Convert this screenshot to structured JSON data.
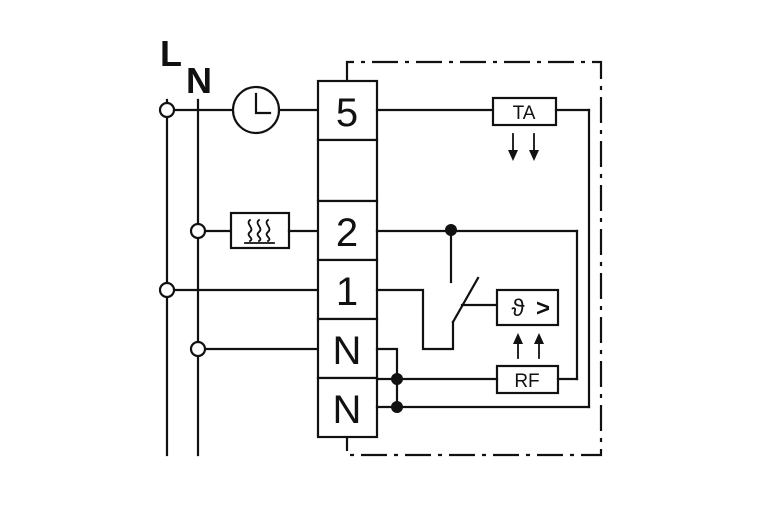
{
  "rails": {
    "line_label": "L",
    "neutral_label": "N"
  },
  "terminals": [
    "5",
    "",
    "2",
    "1",
    "N",
    "N"
  ],
  "components": {
    "ta_label": "TA",
    "rf_label": "RF",
    "sensor_symbol": "ϑ",
    "sensor_compare": ">",
    "heater_symbol": "heating-symbol",
    "clock_symbol": "clock-symbol"
  }
}
